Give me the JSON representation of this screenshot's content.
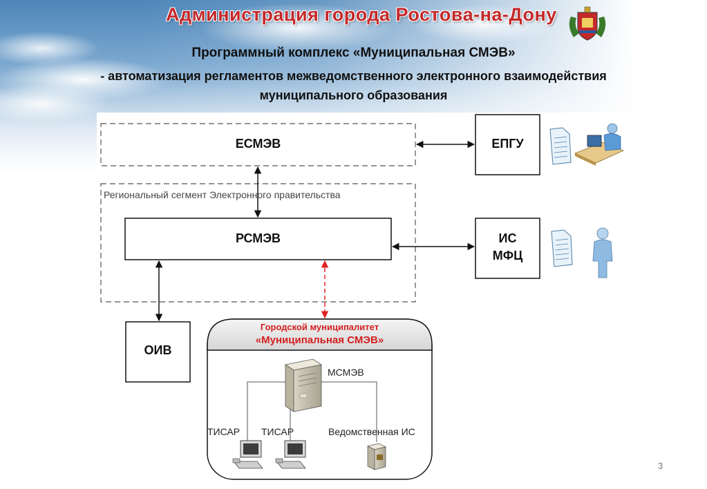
{
  "header": {
    "org_title": "Администрация города Ростова-на-Дону",
    "subtitle_line1": "Программный комплекс «Муниципальная СМЭВ»",
    "subtitle_line2": "- автоматизация регламентов межведомственного электронного взаимодействия",
    "subtitle_line3": "муниципального образования"
  },
  "diagram": {
    "esmev": "ЕСМЭВ",
    "regional_segment": "Региональный сегмент Электронного правительства",
    "rsmev": "РСМЭВ",
    "epgu": "ЕПГУ",
    "is_mfc_line1": "ИС",
    "is_mfc_line2": "МФЦ",
    "oiv": "ОИВ",
    "municipal_title_line1": "Городской муниципалитет",
    "municipal_title_line2": "«Муниципальная СМЭВ»",
    "msmev": "МСМЭВ",
    "tisar_1": "ТИСАР",
    "tisar_2": "ТИСАР",
    "dept_is": "Ведомственная ИС"
  },
  "footer": {
    "page_number": "3"
  },
  "colors": {
    "title_red": "#c4292a",
    "municipal_red": "#d42020",
    "dashed_red": "#e02020",
    "sky_blue": "#4d86b9"
  },
  "icons": [
    "coat-of-arms-icon",
    "document-icon",
    "user-at-computer-icon",
    "person-icon",
    "server-icon",
    "desktop-computer-icon"
  ]
}
